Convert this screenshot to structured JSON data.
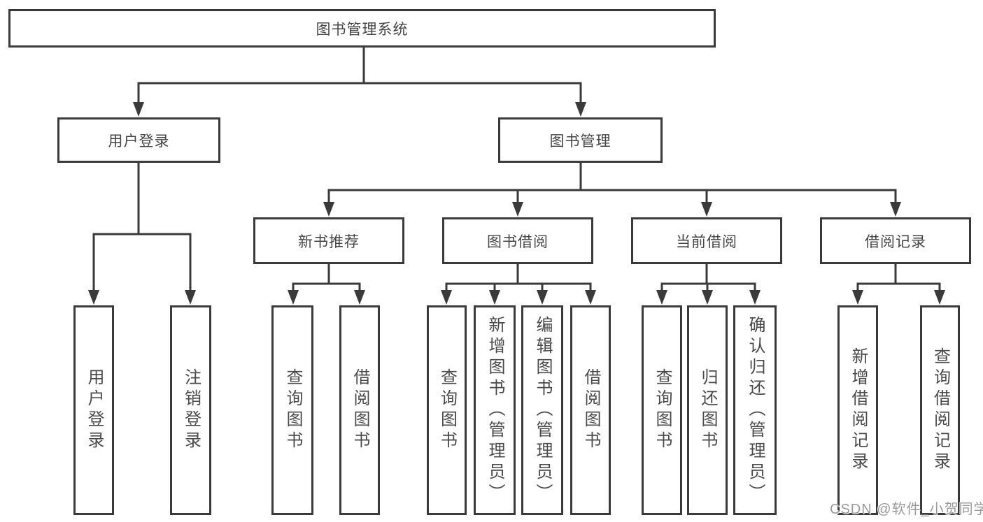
{
  "diagram": {
    "title": "图书管理系统",
    "level2": [
      {
        "id": "user-login",
        "label": "用户登录"
      },
      {
        "id": "book-mgmt",
        "label": "图书管理"
      }
    ],
    "level3": [
      {
        "id": "new-book-rec",
        "label": "新书推荐",
        "parent": "图书管理"
      },
      {
        "id": "book-borrow",
        "label": "图书借阅",
        "parent": "图书管理"
      },
      {
        "id": "current-borrow",
        "label": "当前借阅",
        "parent": "图书管理"
      },
      {
        "id": "borrow-records",
        "label": "借阅记录",
        "parent": "图书管理"
      }
    ],
    "leaves": [
      {
        "label": "用户登录",
        "parent": "用户登录"
      },
      {
        "label": "注销登录",
        "parent": "用户登录"
      },
      {
        "label": "查询图书",
        "parent": "新书推荐"
      },
      {
        "label": "借阅图书",
        "parent": "新书推荐"
      },
      {
        "label": "查询图书",
        "parent": "图书借阅"
      },
      {
        "label": "新增图书（管理员）",
        "parent": "图书借阅"
      },
      {
        "label": "编辑图书（管理员）",
        "parent": "图书借阅"
      },
      {
        "label": "借阅图书",
        "parent": "图书借阅"
      },
      {
        "label": "查询图书",
        "parent": "当前借阅"
      },
      {
        "label": "归还图书",
        "parent": "当前借阅"
      },
      {
        "label": "确认归还（管理员）",
        "parent": "当前借阅"
      },
      {
        "label": "新增借阅记录",
        "parent": "借阅记录"
      },
      {
        "label": "查询借阅记录",
        "parent": "借阅记录"
      }
    ]
  },
  "watermark": {
    "text": "CSDN @软件_小贺同学"
  },
  "colors": {
    "line": "#3a3a3a",
    "box_border": "#3a3a3a",
    "text": "#4a4a4a",
    "watermark": "#9a9a9a",
    "background": "#ffffff"
  }
}
